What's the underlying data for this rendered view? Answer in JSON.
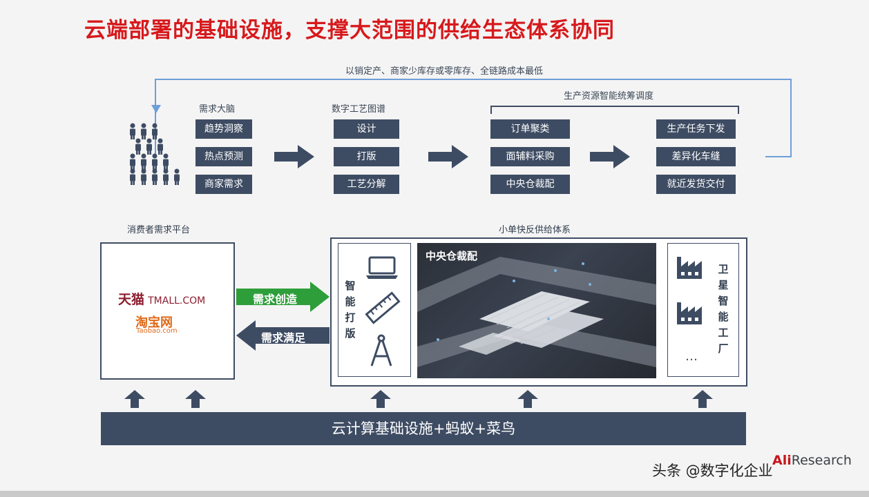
{
  "title": "云端部署的基础设施，支撑大范围的供给生态体系协同",
  "feedback_label": "以销定产、商家少库存或零库存、全链路成本最低",
  "production_scheduling_label": "生产资源智能统筹调度",
  "flow": {
    "demand": {
      "title": "需求大脑",
      "items": [
        "趋势洞察",
        "热点预测",
        "商家需求"
      ]
    },
    "digital": {
      "title": "数字工艺图谱",
      "items": [
        "设计",
        "打版",
        "工艺分解"
      ]
    },
    "resource": {
      "items": [
        "订单聚类",
        "面辅料采购",
        "中央仓裁配"
      ]
    },
    "production": {
      "items": [
        "生产任务下发",
        "差异化车缝",
        "就近发货交付"
      ]
    }
  },
  "consumer": {
    "title": "消费者需求平台",
    "tmall_cn": "天猫",
    "tmall_en": "TMALL.COM",
    "taobao_cn": "淘宝网",
    "taobao_en": "Taobao.com"
  },
  "demand_create": "需求创造",
  "demand_satisfy": "需求满足",
  "supply": {
    "title": "小单快反供给体系",
    "smart_pattern": [
      "智",
      "能",
      "打",
      "版"
    ],
    "central_warehouse": "中央仓裁配",
    "satellite_factory": [
      "卫",
      "星",
      "智",
      "能",
      "工",
      "厂"
    ],
    "ellipsis": "…"
  },
  "cloud_bar": "云计算基础设施+蚂蚁+菜鸟",
  "watermark": "头条 @数字化企业",
  "brand": {
    "prefix": "Ali",
    "suffix": "Research"
  },
  "colors": {
    "title_red": "#d7191c",
    "box_dark": "#3e4c63",
    "accent_green": "#2e9e3a",
    "line_blue": "#6d9ed8"
  },
  "icons": [
    "people-pyramid-icon",
    "laptop-icon",
    "ruler-icon",
    "compass-icon",
    "factory-icon"
  ]
}
